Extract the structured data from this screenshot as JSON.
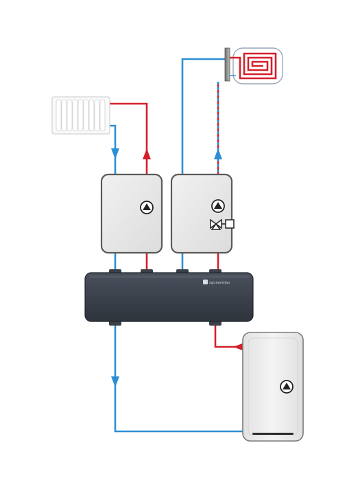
{
  "diagram": {
    "brand_label": "ogrzewnictwo",
    "colors": {
      "hot": "#d3202a",
      "cold": "#2b8fd4",
      "housing": "#3f4551",
      "housing_dark": "#2f343e",
      "module_fill": "#e9e9e9",
      "module_stroke": "#5a5a5a",
      "boiler_fill": "#eeeeee",
      "radiator_fill": "#fafafa",
      "floor_coil": "#d3202a"
    },
    "components": [
      {
        "name": "radiator",
        "kind": "heat-emitter"
      },
      {
        "name": "underfloor-heating-loop",
        "kind": "heat-emitter"
      },
      {
        "name": "pump-module-direct",
        "kind": "pump-group"
      },
      {
        "name": "pump-module-mixing",
        "kind": "pump-group",
        "has_mixing_valve": true
      },
      {
        "name": "hydraulic-separator",
        "kind": "manifold"
      },
      {
        "name": "boiler",
        "kind": "heat-source"
      }
    ],
    "icons": [
      "pump-icon",
      "three-way-mixing-valve-icon",
      "actuator-icon",
      "flow-arrow-up-icon",
      "flow-arrow-down-icon",
      "flow-arrow-left-icon",
      "brand-logo-icon"
    ]
  }
}
